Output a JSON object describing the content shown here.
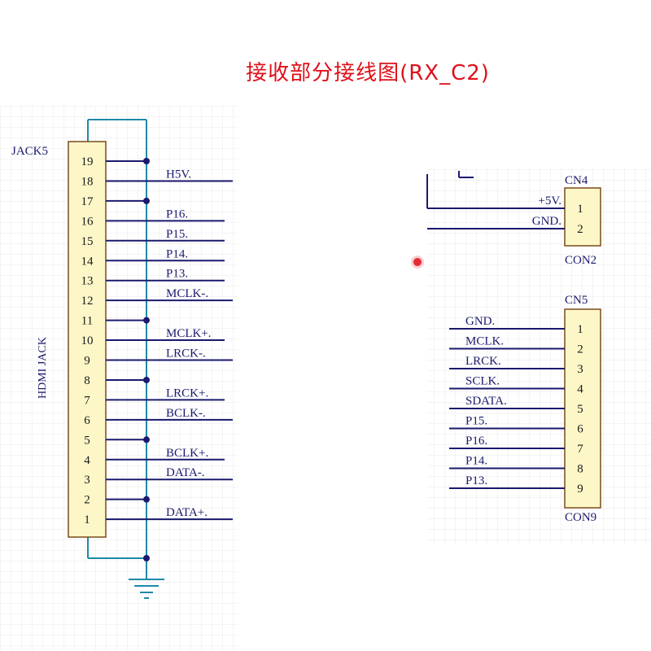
{
  "title": "接收部分接线图(RX_C2)",
  "jack": {
    "ref": "JACK5",
    "name": "HDMI JACK",
    "pins": [
      "19",
      "18",
      "17",
      "16",
      "15",
      "14",
      "13",
      "12",
      "11",
      "10",
      "9",
      "8",
      "7",
      "6",
      "5",
      "4",
      "3",
      "2",
      "1"
    ],
    "ground_pins": [
      "19",
      "17",
      "11",
      "8",
      "5",
      "2"
    ],
    "nets": [
      {
        "pin": "18",
        "label": "H5V."
      },
      {
        "pin": "16",
        "label": "P16."
      },
      {
        "pin": "15",
        "label": "P15."
      },
      {
        "pin": "14",
        "label": "P14."
      },
      {
        "pin": "13",
        "label": "P13."
      },
      {
        "pin": "12",
        "label": "MCLK-."
      },
      {
        "pin": "10",
        "label": "MCLK+."
      },
      {
        "pin": "9",
        "label": "LRCK-."
      },
      {
        "pin": "7",
        "label": "LRCK+."
      },
      {
        "pin": "6",
        "label": "BCLK-."
      },
      {
        "pin": "4",
        "label": "BCLK+."
      },
      {
        "pin": "3",
        "label": "DATA-."
      },
      {
        "pin": "1",
        "label": "DATA+."
      }
    ]
  },
  "cn4": {
    "ref": "CN4",
    "name": "CON2",
    "pins": [
      {
        "num": "1",
        "label": "+5V."
      },
      {
        "num": "2",
        "label": "GND."
      }
    ]
  },
  "cn5": {
    "ref": "CN5",
    "name": "CON9",
    "pins": [
      {
        "num": "1",
        "label": "GND."
      },
      {
        "num": "2",
        "label": "MCLK."
      },
      {
        "num": "3",
        "label": "LRCK."
      },
      {
        "num": "4",
        "label": "SCLK."
      },
      {
        "num": "5",
        "label": "SDATA."
      },
      {
        "num": "6",
        "label": "P15."
      },
      {
        "num": "7",
        "label": "P16."
      },
      {
        "num": "8",
        "label": "P14."
      },
      {
        "num": "9",
        "label": "P13."
      }
    ]
  },
  "colors": {
    "wire": "#1a1a6e",
    "ground_wire": "#1e8aa8",
    "component_fill": "#fdf7c8",
    "component_stroke": "#7a4a1a",
    "title": "#e0101a",
    "grid": "#e8e8e8",
    "marker": "#e0101a"
  }
}
